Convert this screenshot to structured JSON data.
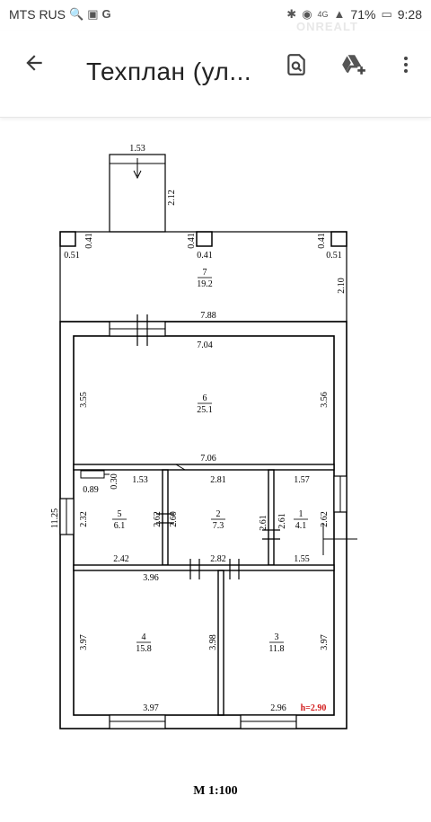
{
  "status_bar": {
    "carrier": "MTS RUS",
    "network": "4G",
    "battery": "71%",
    "time": "9:28"
  },
  "watermark": "ONREALT",
  "app_bar": {
    "title": "Техплан (ул...",
    "icons": [
      "back-arrow-icon",
      "doc-search-icon",
      "drive-add-icon",
      "more-vert-icon"
    ]
  },
  "plan": {
    "porch": {
      "width": "1.53",
      "depth": "2.12"
    },
    "terrace": {
      "num": "7",
      "area": "19.2",
      "length": "7.88",
      "depth": "2.10",
      "pillar_left_w": "0.51",
      "pillar_left_h": "0.41",
      "pillar_mid_w": "0.41",
      "pillar_mid_h": "0.41",
      "pillar_right_w": "0.51",
      "pillar_right_h": "0.41"
    },
    "overall_depth": "11.25",
    "rooms": [
      {
        "num": "6",
        "area": "25.1",
        "top": "7.04",
        "bottom": "7.06",
        "left": "3.55",
        "right": "3.56"
      },
      {
        "num": "5",
        "area": "6.1",
        "top": "1.53",
        "bottom": "2.42",
        "left": "2.32",
        "right": "2.62",
        "niche_w": "0.89",
        "niche_h": "0.30"
      },
      {
        "num": "2",
        "area": "7.3",
        "top": "2.81",
        "bottom": "2.82",
        "left": "2.60",
        "right": "2.61"
      },
      {
        "num": "1",
        "area": "4.1",
        "top": "1.57",
        "bottom": "1.55",
        "left": "2.61",
        "right": "2.62"
      },
      {
        "num": "4",
        "area": "15.8",
        "top": "3.96",
        "bottom": "3.97",
        "left": "3.97",
        "right": "3.98"
      },
      {
        "num": "3",
        "area": "11.8",
        "bottom": "2.96",
        "right": "3.97"
      }
    ],
    "height_note": "h=2.90",
    "scale": "М 1:100"
  },
  "colors": {
    "accent": "#d21a1a",
    "text": "#222222",
    "line": "#000000"
  }
}
